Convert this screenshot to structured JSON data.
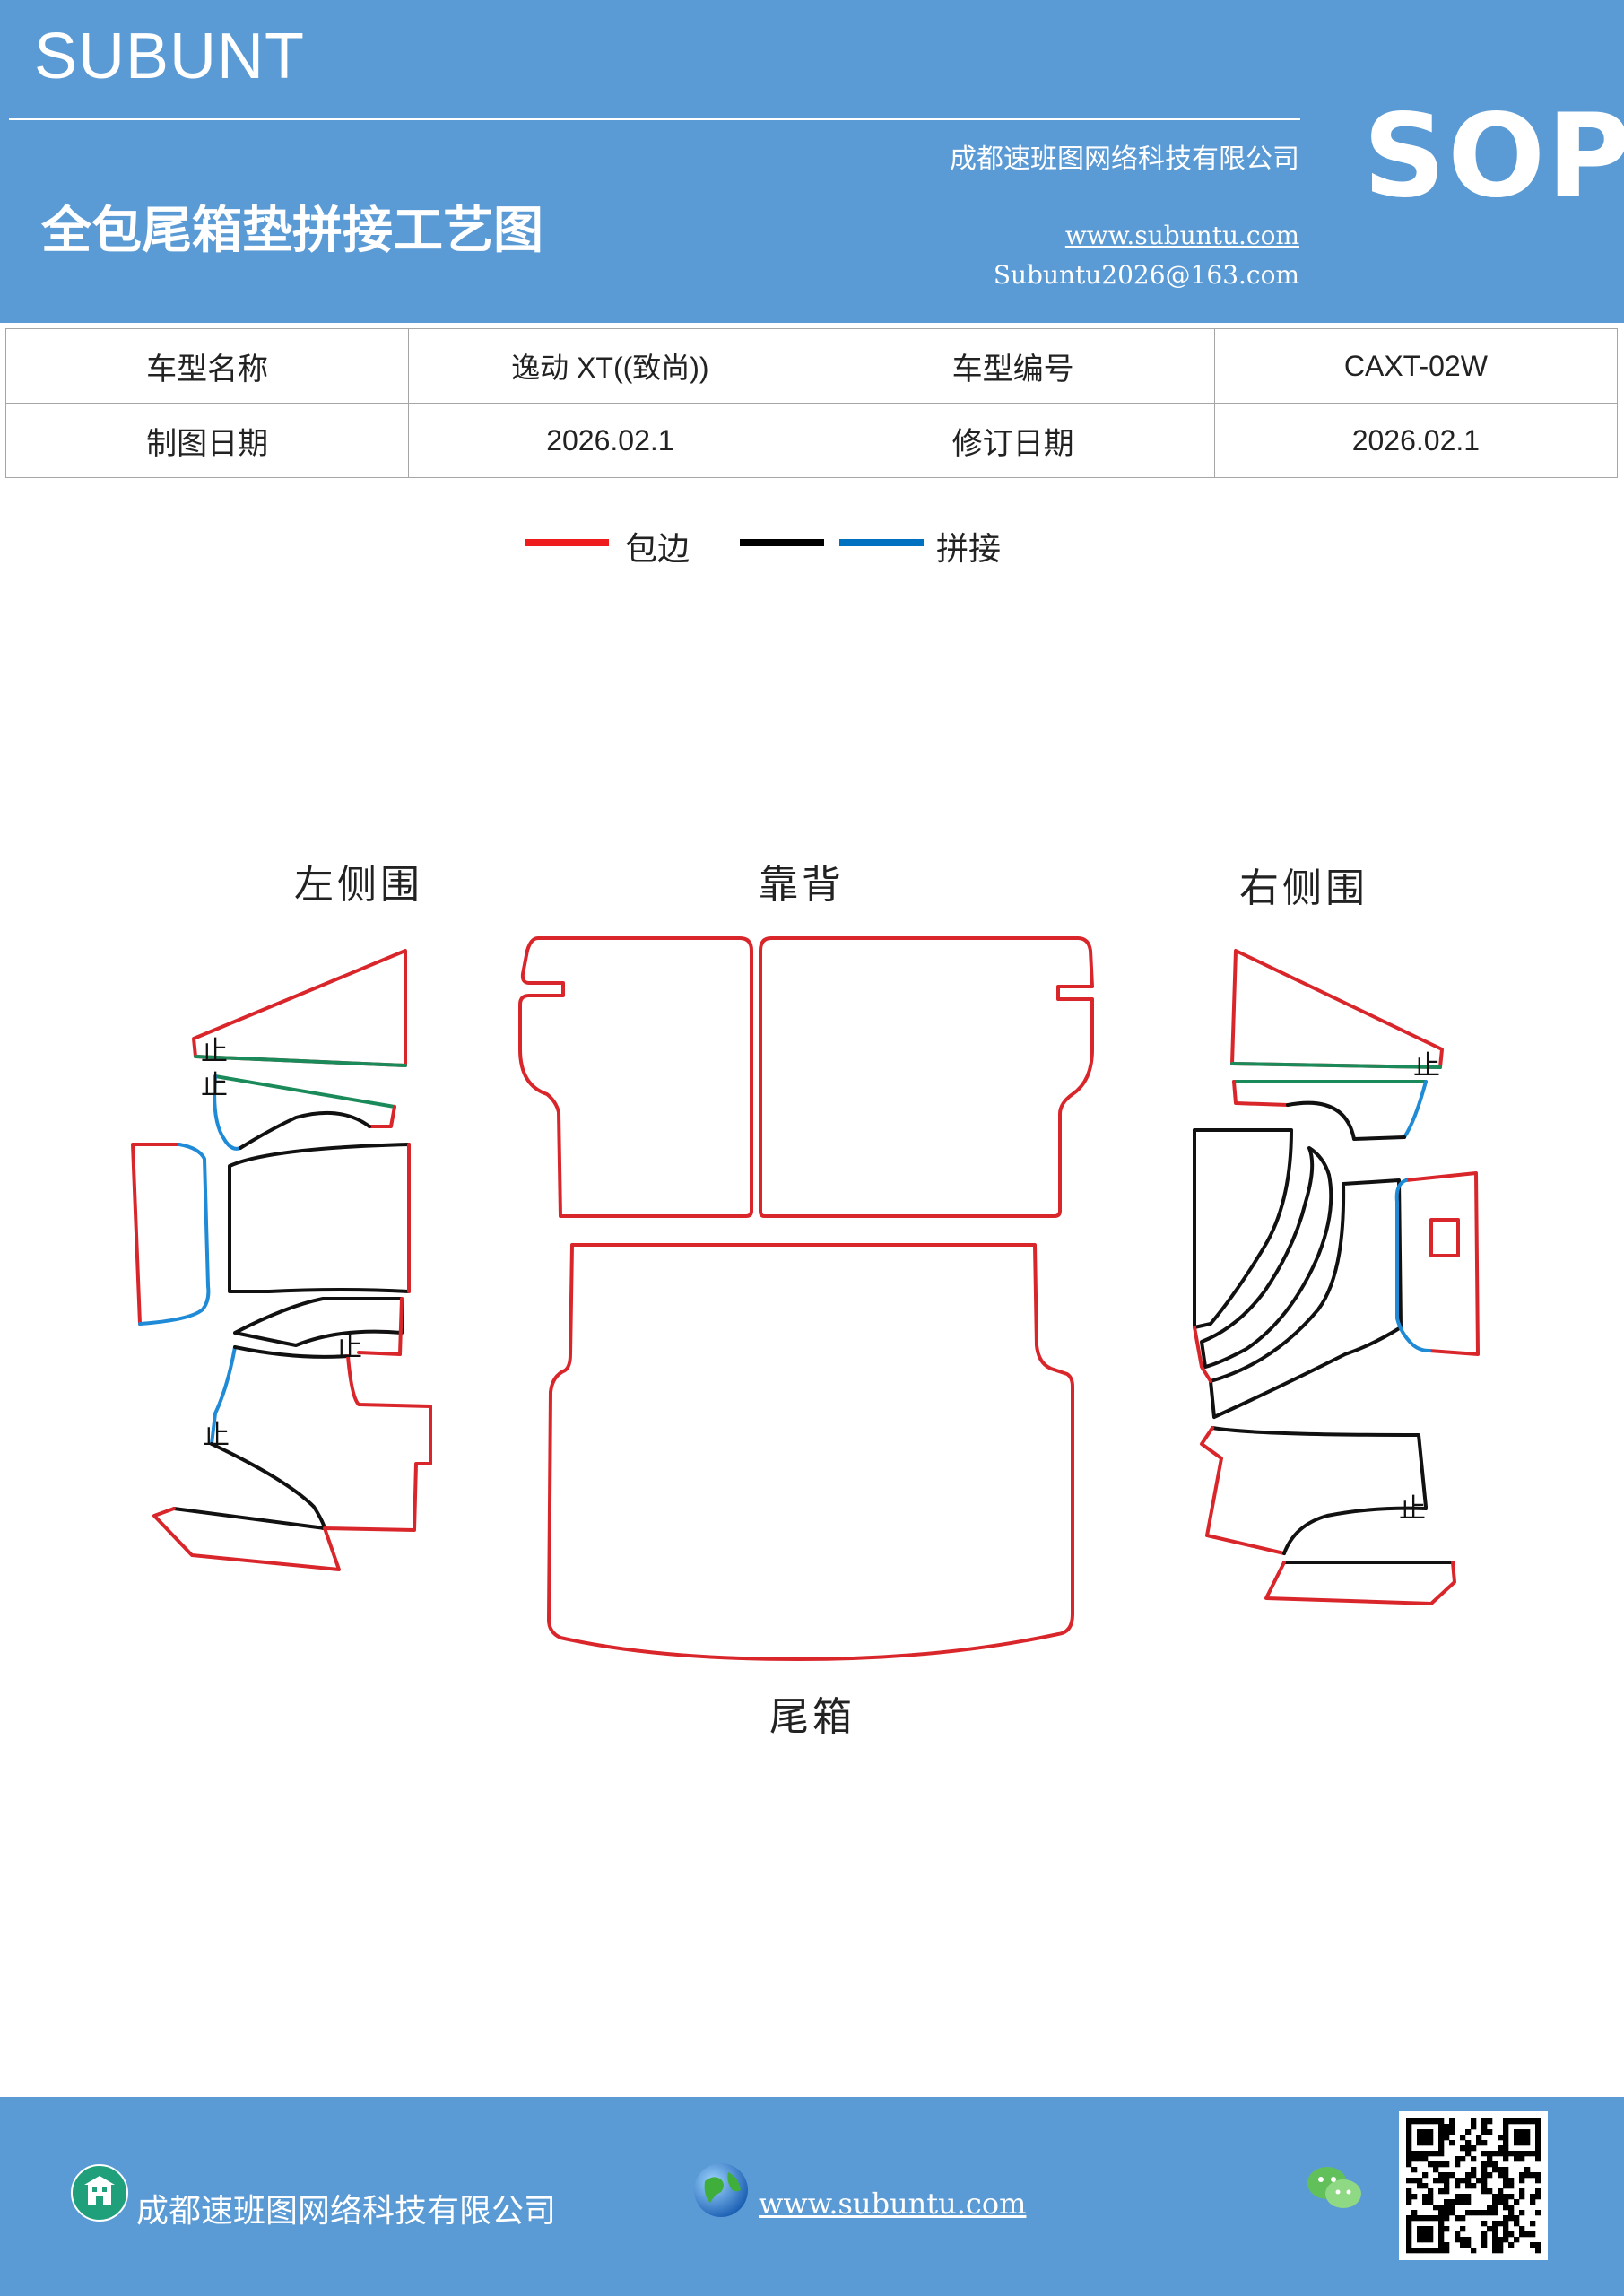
{
  "header": {
    "brand": "SUBUNT",
    "title": "全包尾箱垫拼接工艺图",
    "company": "成都速班图网络科技有限公司",
    "website": "www.subuntu.com",
    "email": "Subuntu2026@163.com",
    "badge": "SOP"
  },
  "info_table": {
    "rows": [
      {
        "label1": "车型名称",
        "value1": "逸动 XT((致尚))",
        "label2": "车型编号",
        "value2": "CAXT-02W"
      },
      {
        "label1": "制图日期",
        "value1": "2026.02.1",
        "label2": "修订日期",
        "value2": "2026.02.1"
      }
    ]
  },
  "legend": {
    "items": [
      {
        "color": "#ee1c1c",
        "label": "包边"
      },
      {
        "color": "#000000",
        "label": ""
      },
      {
        "color": "#0070c0",
        "label": "拼接"
      }
    ]
  },
  "diagram": {
    "labels": {
      "left_side": "左侧围",
      "back": "靠背",
      "right_side": "右侧围",
      "trunk": "尾箱"
    },
    "stop_mark": "止",
    "colors": {
      "edge": "#d9262b",
      "seam_black": "#111111",
      "seam_blue": "#1f8ad6",
      "seam_green": "#1b8a5a"
    }
  },
  "footer": {
    "company": "成都速班图网络科技有限公司",
    "website": "www.subuntu.com",
    "icons": [
      "building-icon",
      "globe-icon",
      "wechat-icon",
      "qr-code"
    ]
  },
  "colors": {
    "brand_blue": "#5b9bd5",
    "table_border": "#a6a6a6"
  }
}
